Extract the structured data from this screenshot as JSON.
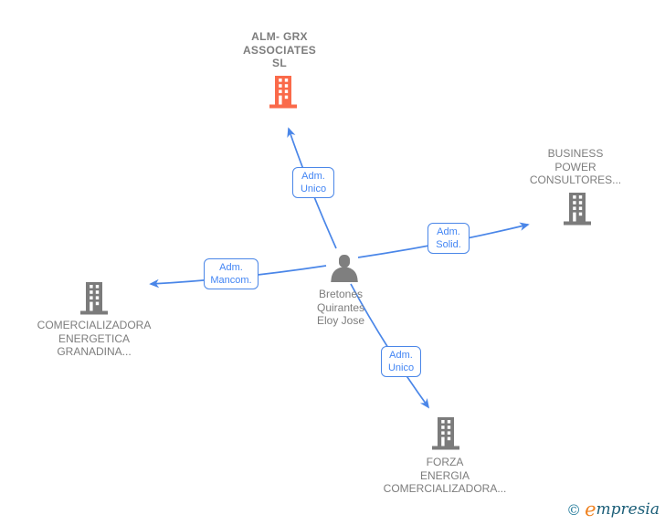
{
  "diagram": {
    "type": "corporate-relations-graph",
    "background": "#ffffff"
  },
  "person": {
    "name": "Bretones\nQuirantes\nEloy Jose"
  },
  "companies": [
    {
      "name": "ALM- GRX\nASSOCIATES\nSL",
      "highlighted": true
    },
    {
      "name": "BUSINESS\nPOWER\nCONSULTORES...",
      "highlighted": false
    },
    {
      "name": "COMERCIALIZADORA\nENERGETICA\nGRANADINA...",
      "highlighted": false
    },
    {
      "name": "FORZA\nENERGIA\nCOMERCIALIZADORA...",
      "highlighted": false
    }
  ],
  "edges": [
    {
      "label": "Adm.\nUnico"
    },
    {
      "label": "Adm.\nSolid."
    },
    {
      "label": "Adm.\nMancom."
    },
    {
      "label": "Adm.\nUnico"
    }
  ],
  "watermark": {
    "copyright_symbol": "©",
    "brand_initial": "e",
    "brand_rest": "mpresia"
  },
  "colors": {
    "edge_blue": "#4a86e8",
    "edge_label_blue": "#4285f4",
    "node_gray": "#7b7b7b",
    "label_text_gray": "#7d7d7d",
    "highlight_orange": "#fa6a4a",
    "watermark_teal": "#2a7f9e",
    "watermark_orange": "#ef8220",
    "watermark_dark": "#1b5e78"
  }
}
